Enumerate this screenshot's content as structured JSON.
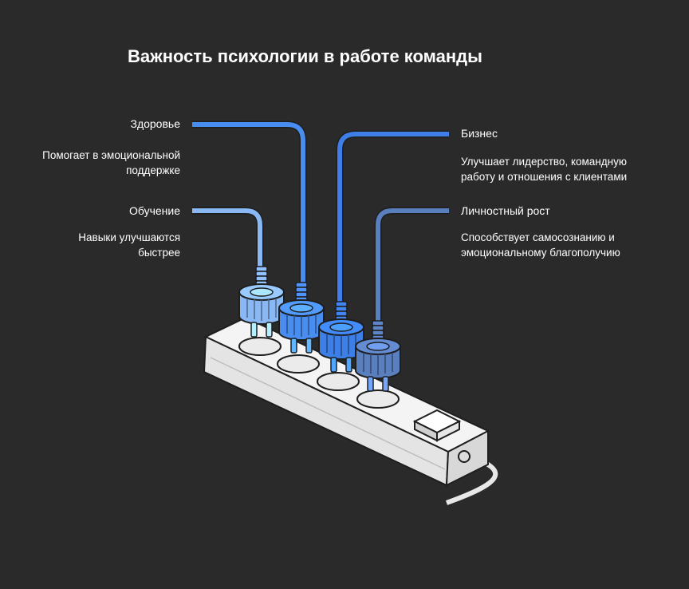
{
  "title": "Важность психологии в работе команды",
  "branches": [
    {
      "label": "Здоровье",
      "description": "Помогает в эмоциональной поддержке",
      "color": "#4a8df0"
    },
    {
      "label": "Обучение",
      "description": "Навыки улучшаются быстрее",
      "color": "#8ab8f5"
    },
    {
      "label": "Бизнес",
      "description": "Улучшает лидерство, командную работу и отношения с клиентами",
      "color": "#3d7fe6"
    },
    {
      "label": "Личностный рост",
      "description": "Способствует самосознанию и эмоциональному благополучию",
      "color": "#5a7fbf"
    }
  ]
}
